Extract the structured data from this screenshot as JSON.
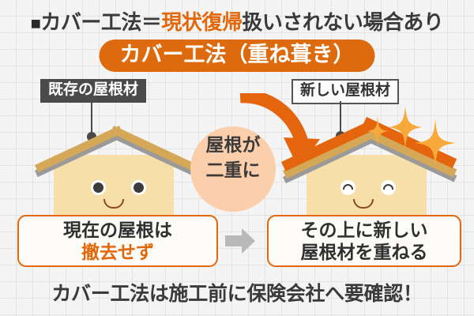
{
  "headline": {
    "bullet": "■",
    "part1": "カバー工法＝",
    "highlight": "現状復帰",
    "part2": "扱いされない場合あり"
  },
  "badge": {
    "label": "カバー工法（重ね葺き）"
  },
  "labels": {
    "existing_roof": "既存の屋根材",
    "new_roof": "新しい屋根材"
  },
  "bubble": {
    "line1": "屋根が",
    "line2": "二重に"
  },
  "panels": {
    "left": {
      "line1": "現在の屋根は",
      "line2": "撤去せず"
    },
    "right": {
      "line1": "その上に新しい",
      "line2": "屋根材を重ねる"
    }
  },
  "footer": {
    "text": "カバー工法は施工前に保険会社へ要確認！"
  },
  "colors": {
    "orange": "#e2670b",
    "badge_orange": "#dd6b0d",
    "roof_tan": "#d4a857",
    "roof_new_orange": "#e4650d",
    "wall_cream": "#f6dfa8",
    "eave_gray": "#9a9a9a",
    "dark_tag": "#4a4a4a",
    "bubble_peach": "#fbcfab",
    "background": "#f4f4f4",
    "grid_line": "#e4e4e4",
    "text_dark": "#3a3a3a",
    "gray_arrow": "#b9b9b9"
  },
  "icons": {
    "curved_arrow": "curved-arrow-icon",
    "step_arrow": "right-arrow-icon",
    "sparkle": "sparkle-icon"
  }
}
